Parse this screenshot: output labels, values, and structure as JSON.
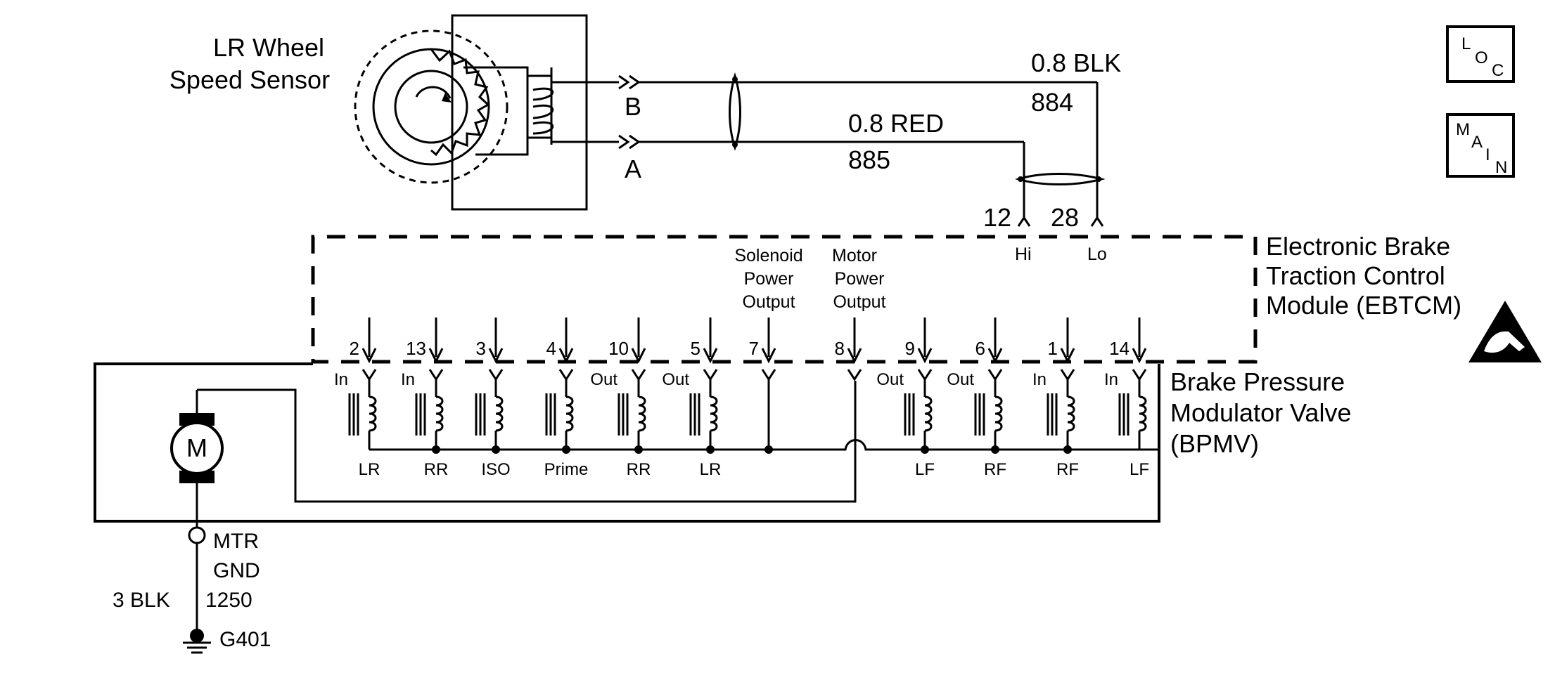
{
  "sensor": {
    "title_line1": "LR Wheel",
    "title_line2": "Speed Sensor",
    "terminal_b": "B",
    "terminal_a": "A"
  },
  "wires": {
    "blk_gauge_color": "0.8 BLK",
    "blk_circuit": "884",
    "red_gauge_color": "0.8 RED",
    "red_circuit": "885"
  },
  "ebtcm": {
    "line1": "Electronic Brake",
    "line2": "Traction Control",
    "line3": "Module (EBTCM)",
    "sensor_pins": [
      {
        "pin": "12",
        "label": "Hi"
      },
      {
        "pin": "28",
        "label": "Lo"
      }
    ],
    "solenoid_power": [
      "Solenoid",
      "Power",
      "Output"
    ],
    "motor_power": [
      "Motor",
      "Power",
      "Output"
    ]
  },
  "connector_pins": [
    {
      "pin": "2",
      "io": "In",
      "name": "LR"
    },
    {
      "pin": "13",
      "io": "In",
      "name": "RR"
    },
    {
      "pin": "3",
      "io": "",
      "name": "ISO"
    },
    {
      "pin": "4",
      "io": "",
      "name": "Prime"
    },
    {
      "pin": "10",
      "io": "Out",
      "name": "RR"
    },
    {
      "pin": "5",
      "io": "Out",
      "name": "LR"
    },
    {
      "pin": "7",
      "io": "",
      "name": ""
    },
    {
      "pin": "8",
      "io": "",
      "name": ""
    },
    {
      "pin": "9",
      "io": "Out",
      "name": "LF"
    },
    {
      "pin": "6",
      "io": "Out",
      "name": "RF"
    },
    {
      "pin": "1",
      "io": "In",
      "name": "RF"
    },
    {
      "pin": "14",
      "io": "In",
      "name": "LF"
    }
  ],
  "bpmv": {
    "line1": "Brake Pressure",
    "line2": "Modulator Valve",
    "line3": "(BPMV)",
    "motor_symbol": "M"
  },
  "ground": {
    "label_line1": "MTR",
    "label_line2": "GND",
    "wire": "3 BLK",
    "circuit": "1250",
    "ground_id": "G401"
  },
  "nav": {
    "loc": [
      "L",
      "O",
      "C"
    ],
    "main": [
      "M",
      "A",
      "I",
      "N"
    ]
  }
}
